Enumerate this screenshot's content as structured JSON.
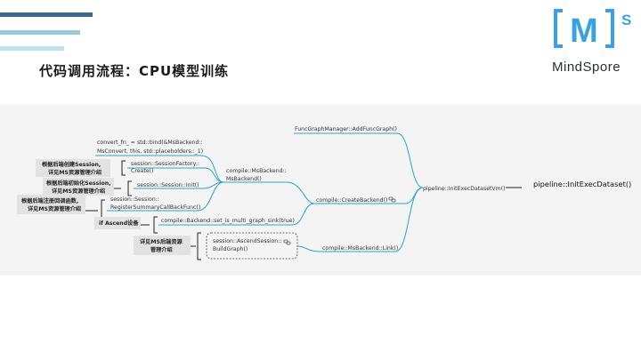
{
  "colors": {
    "bar_dark": "#3c6a8e",
    "bar_light": "#9ac8dc",
    "bar_lighter": "#bfe0ec",
    "logo_blue": "#3ba3dc",
    "connector": "#2aa4c7",
    "connector_dark": "#222222"
  },
  "title": "代码调用流程：CPU模型训练",
  "logo": {
    "text": "MindSpore",
    "mark_main": "M",
    "mark_sup": "S"
  },
  "mindmap": {
    "root": "pipeline::InitExecDataset()",
    "level1": "pipeline::InitExecDatasetVm()",
    "add_func_graph": "FuncGraphManager::AddFuncGraph()",
    "create_backend": "compile::CreateBackend()",
    "link": "compile::MsBackend::Link()",
    "ms_backend": [
      "compile::MsBackend::",
      "MsBackend()"
    ],
    "convert_fn": [
      "convert_fn_ = std::bind(&MsBackend::",
      "MsConvert, this, std::placeholders::_1)"
    ],
    "session_create": [
      "session::SessionFactory::",
      "Create()"
    ],
    "session_init": "session::Session::Init()",
    "register_cb": [
      "session::Session::",
      "RegisterSummaryCallBackFunc()"
    ],
    "multi_graph": "compile::Backend::set_is_multi_graph_sink(true)",
    "ascend_build": [
      "session::AscendSession::",
      "BuildGraph()"
    ],
    "notes": {
      "create_session": [
        "根据后端创建Session,",
        "详见MS资源管理介绍"
      ],
      "init_session": [
        "根据后端初始化Session,",
        "详见MS资源管理介绍"
      ],
      "register_callback": [
        "根据后端注册回调函数,",
        "详见MS资源管理介绍"
      ],
      "ascend_device": "if Ascend设备",
      "resource_mgmt": [
        "详见MS后端资源",
        "管理介绍"
      ]
    }
  }
}
